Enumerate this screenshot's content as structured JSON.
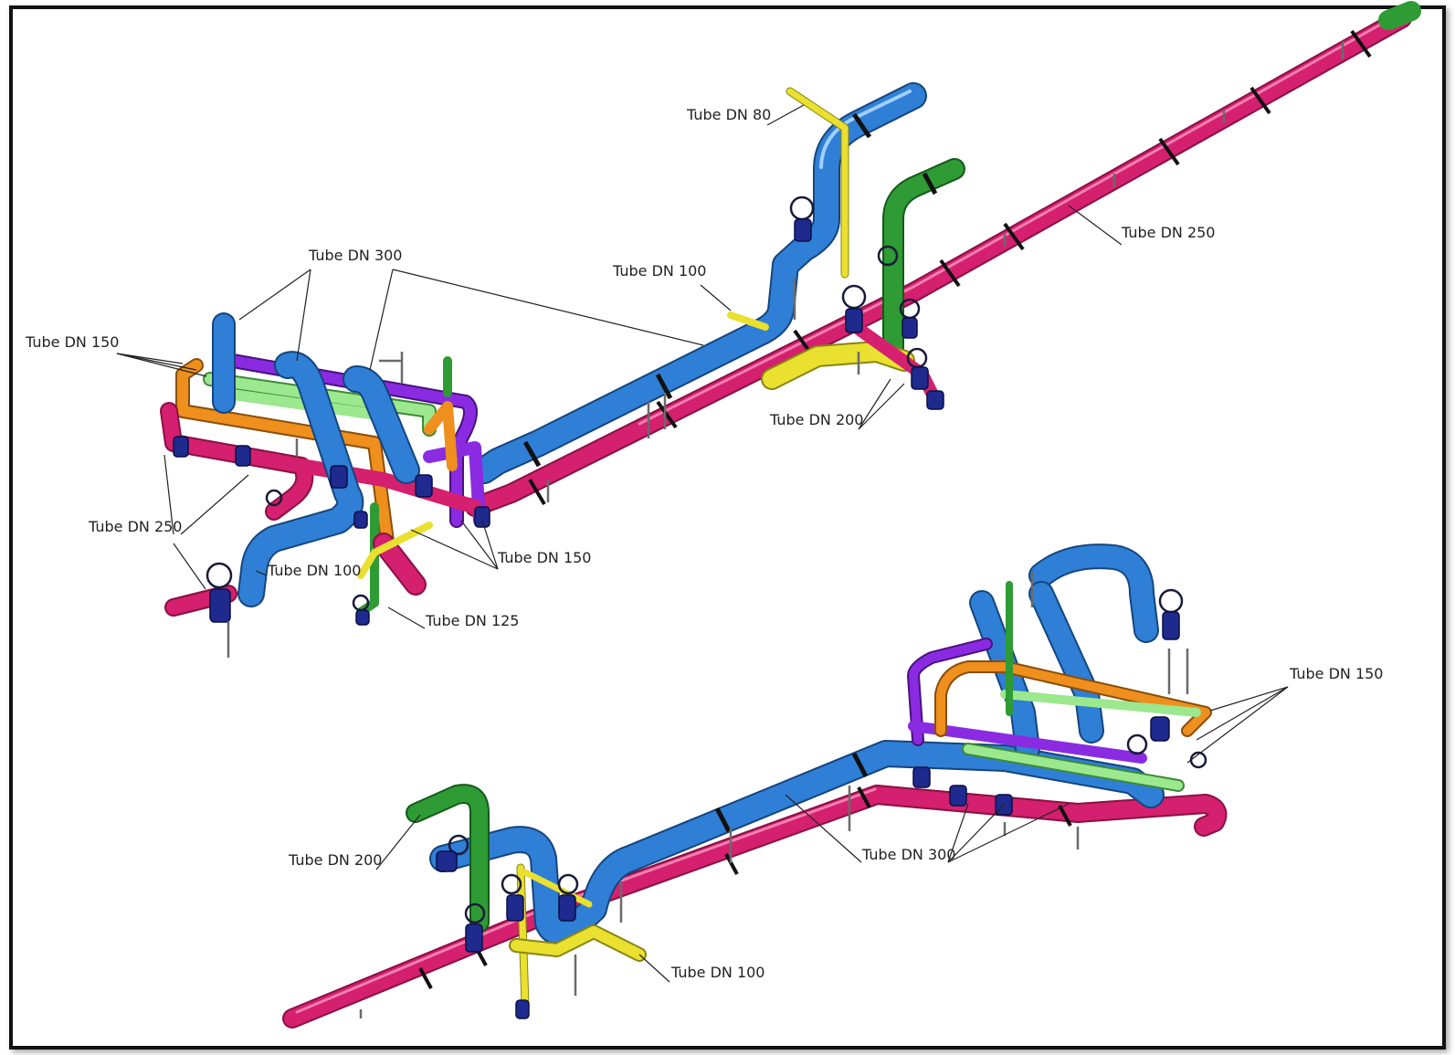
{
  "labels": {
    "dn80": "Tube DN 80",
    "dn100_a": "Tube DN 100",
    "dn250_main": "Tube DN 250",
    "dn300_a": "Tube DN 300",
    "dn150_a": "Tube DN 150",
    "dn200_a": "Tube DN 200",
    "dn250_b": "Tube DN 250",
    "dn100_b": "Tube DN 100",
    "dn150_b": "Tube DN 150",
    "dn125": "Tube DN 125",
    "dn150_c": "Tube DN 150",
    "dn200_b": "Tube DN 200",
    "dn300_b": "Tube DN 300",
    "dn100_c": "Tube DN 100"
  },
  "colors": {
    "magenta": "#d4206e",
    "blue": "#2f7fd6",
    "yellow": "#e9e030",
    "green": "#2e9b34",
    "lightgreen": "#9be88e",
    "orange": "#ee8f1e",
    "purple": "#8a2be2",
    "valve": "#1f2a8f"
  }
}
